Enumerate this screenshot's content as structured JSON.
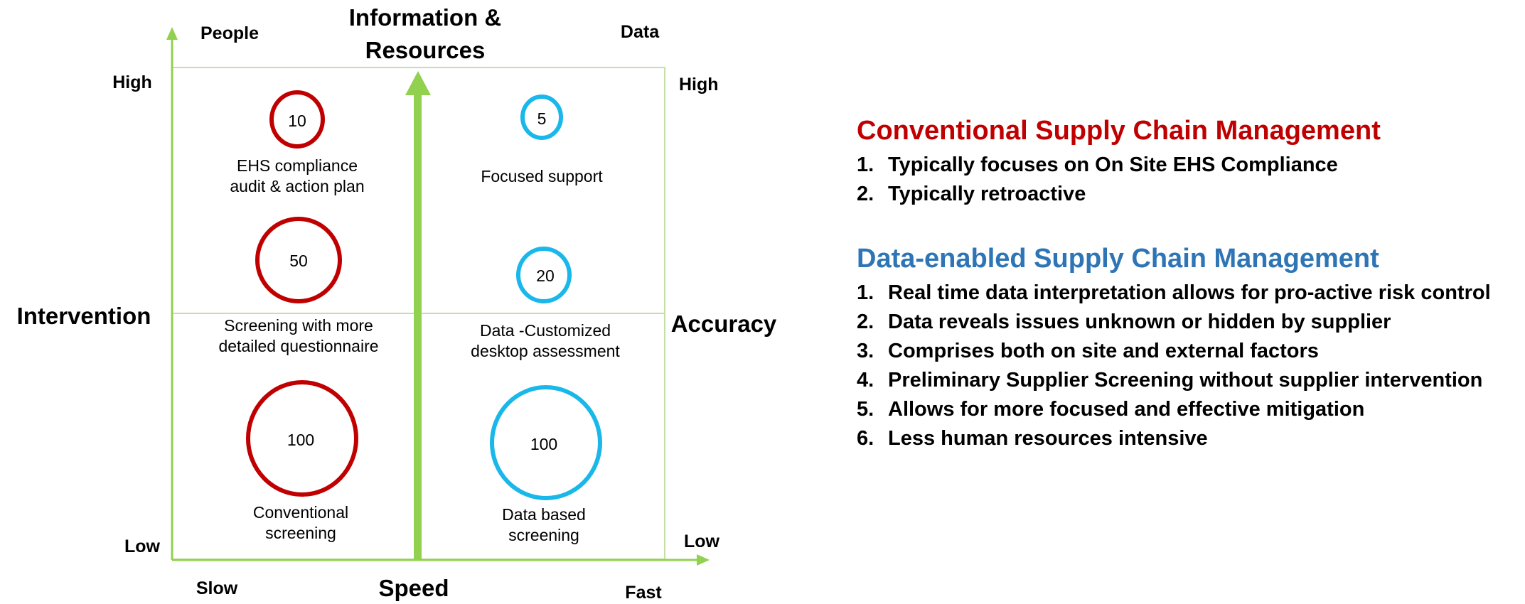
{
  "diagram": {
    "top_title": "Information & Resources",
    "top_left_label": "People",
    "top_right_label": "Data",
    "y_high": "High",
    "y_low": "Low",
    "right_high": "High",
    "right_low": "Low",
    "left_axis_title": "Intervention",
    "right_axis_title": "Accuracy",
    "x_axis_title": "Speed",
    "x_slow": "Slow",
    "x_fast": "Fast",
    "colors": {
      "axis": "#92d050",
      "conventional": "#c00000",
      "data": "#1ab7ea"
    },
    "conventional_circles": [
      {
        "value": "10",
        "label_lines": [
          "EHS compliance",
          "audit & action plan"
        ]
      },
      {
        "value": "50",
        "label_lines": [
          "Screening with more",
          "detailed questionnaire"
        ]
      },
      {
        "value": "100",
        "label_lines": [
          "Conventional",
          "screening"
        ]
      }
    ],
    "data_circles": [
      {
        "value": "5",
        "label_lines": [
          "Focused support"
        ]
      },
      {
        "value": "20",
        "label_lines": [
          "Data -Customized",
          "desktop assessment"
        ]
      },
      {
        "value": "100",
        "label_lines": [
          "Data based",
          "screening"
        ]
      }
    ]
  },
  "notes": {
    "conventional": {
      "title": "Conventional Supply Chain Management",
      "color": "#c00000",
      "items": [
        "Typically focuses on On Site EHS Compliance",
        "Typically retroactive"
      ]
    },
    "data_enabled": {
      "title": "Data-enabled Supply Chain Management",
      "color": "#2e75b6",
      "items": [
        "Real time data interpretation allows for pro-active risk control",
        "Data reveals issues unknown or hidden by supplier",
        "Comprises both on site and external factors",
        "Preliminary Supplier Screening without supplier intervention",
        "Allows for more focused and effective mitigation",
        "Less human resources intensive"
      ]
    }
  }
}
